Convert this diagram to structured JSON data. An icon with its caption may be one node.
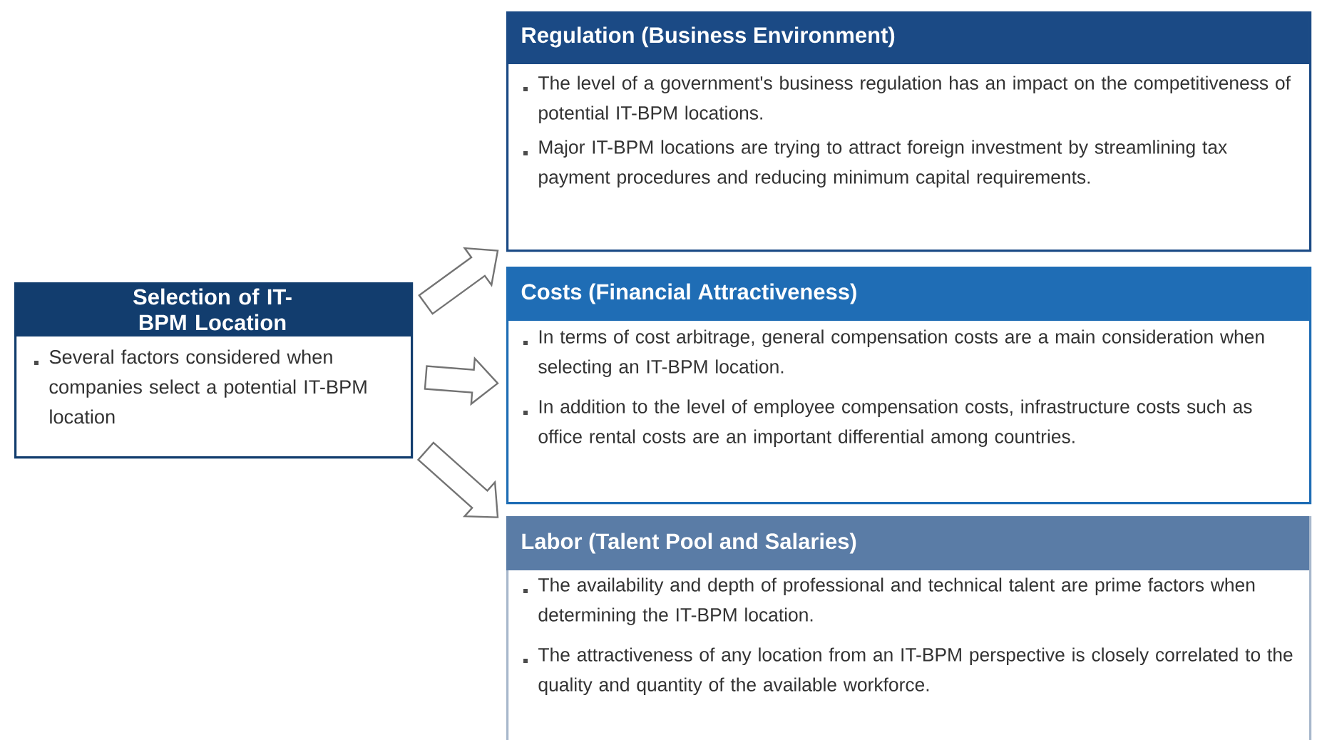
{
  "diagram": {
    "nodes": [
      {
        "text": [
          "Selection of IT-BPM Location",
          "Several factors considered when companies select a potential IT-BPM location"
        ]
      },
      {
        "text": [
          "Regulation (Business Environment)",
          "The level of a government's business regulation has an impact on the competitiveness of potential IT-BPM locations.",
          "Major IT-BPM locations are trying to attract foreign investment by streamlining tax payment procedures and reducing minimum capital requirements."
        ]
      },
      {
        "text": [
          "Costs (Financial Attractiveness)",
          "In terms of cost arbitrage, general compensation costs are a main consideration when selecting an IT-BPM location.",
          "In addition to the level of employee compensation costs, infrastructure costs such as office rental costs are an important differential among countries."
        ]
      },
      {
        "text": [
          "Labor (Talent Pool and Salaries)",
          "The availability and depth of professional and technical talent are prime factors when determining the IT-BPM location.",
          "The attractiveness of any location from an IT-BPM perspective is closely correlated to the quality and quantity of the available workforce."
        ]
      }
    ],
    "edges": [
      {
        "from": 0,
        "to": 1,
        "arrow": "to"
      },
      {
        "from": 0,
        "to": 2,
        "arrow": "to"
      },
      {
        "from": 0,
        "to": 3,
        "arrow": "to"
      }
    ]
  }
}
